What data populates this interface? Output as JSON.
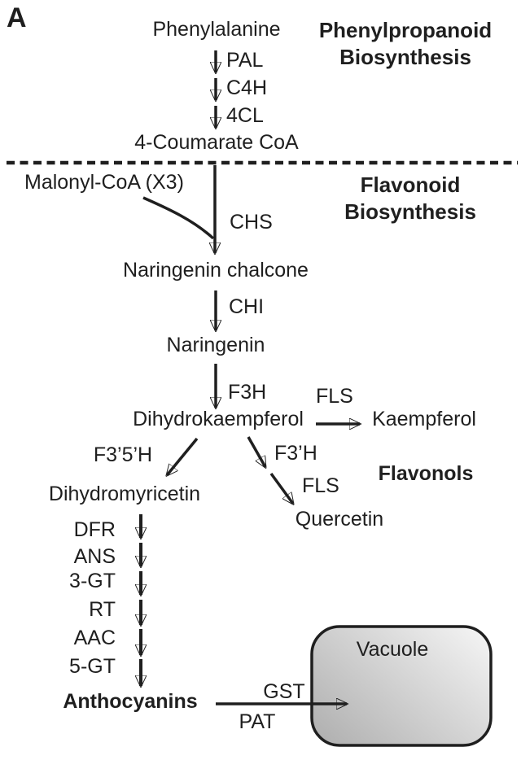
{
  "panel": {
    "label": "A"
  },
  "colors": {
    "ink": "#1f1f1f",
    "background": "#ffffff",
    "vacuole_fill_dark": "#b2b2b2",
    "vacuole_fill_light": "#f3f3f3"
  },
  "headers": {
    "phenylpropanoid": {
      "line1": "Phenylpropanoid",
      "line2": "Biosynthesis"
    },
    "flavonoid": {
      "line1": "Flavonoid",
      "line2": "Biosynthesis"
    },
    "flavonols": "Flavonols"
  },
  "nodes": {
    "phenylalanine": "Phenylalanine",
    "coumarate_coa": "4-Coumarate CoA",
    "malonyl_coa": "Malonyl-CoA (X3)",
    "naringenin_chalcone": "Naringenin chalcone",
    "naringenin": "Naringenin",
    "dihydrokaempferol": "Dihydrokaempferol",
    "kaempferol": "Kaempferol",
    "dihydromyricetin": "Dihydromyricetin",
    "quercetin": "Quercetin",
    "anthocyanins": "Anthocyanins",
    "vacuole": "Vacuole"
  },
  "enzymes": {
    "pal": "PAL",
    "c4h": "C4H",
    "fourcl": "4CL",
    "chs": "CHS",
    "chi": "CHI",
    "f3h": "F3H",
    "fls_to_kaempferol": "FLS",
    "f35h": "F3’5’H",
    "f3prime_h": "F3’H",
    "fls_to_quercetin": "FLS",
    "dfr": "DFR",
    "ans": "ANS",
    "gt3": "3-GT",
    "rt": "RT",
    "aac": "AAC",
    "gt5": "5-GT",
    "gst": "GST",
    "pat": "PAT"
  }
}
